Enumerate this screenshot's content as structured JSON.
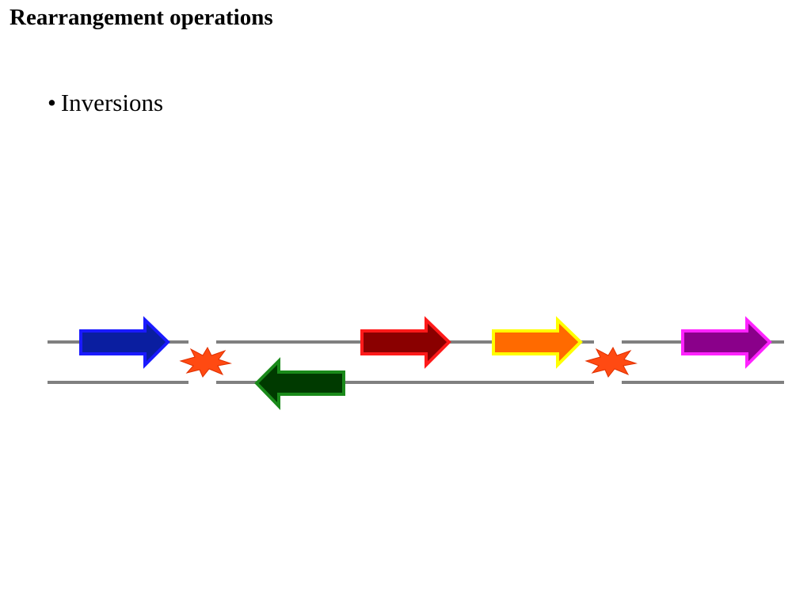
{
  "slide": {
    "title": "Rearrangement operations",
    "bullets": [
      {
        "marker": "•",
        "text": "Inversions"
      }
    ]
  },
  "diagram": {
    "strand_color": "#808080",
    "genes": [
      {
        "name": "blue",
        "direction": "forward",
        "strand": "top",
        "fill": "#0a1ea0",
        "stroke": "#1a1aff"
      },
      {
        "name": "green",
        "direction": "reverse",
        "strand": "bottom",
        "fill": "#003a00",
        "stroke": "#1a8a1a"
      },
      {
        "name": "red",
        "direction": "forward",
        "strand": "top",
        "fill": "#8a0000",
        "stroke": "#ff1a1a"
      },
      {
        "name": "orange",
        "direction": "forward",
        "strand": "top",
        "fill": "#ff6a00",
        "stroke": "#ffff00"
      },
      {
        "name": "purple",
        "direction": "forward",
        "strand": "top",
        "fill": "#8a008a",
        "stroke": "#ff22ff"
      }
    ],
    "breakpoints": [
      {
        "name": "left",
        "fill": "#ff4a12",
        "stroke": "#e03000"
      },
      {
        "name": "right",
        "fill": "#ff4a12",
        "stroke": "#e03000"
      }
    ]
  }
}
